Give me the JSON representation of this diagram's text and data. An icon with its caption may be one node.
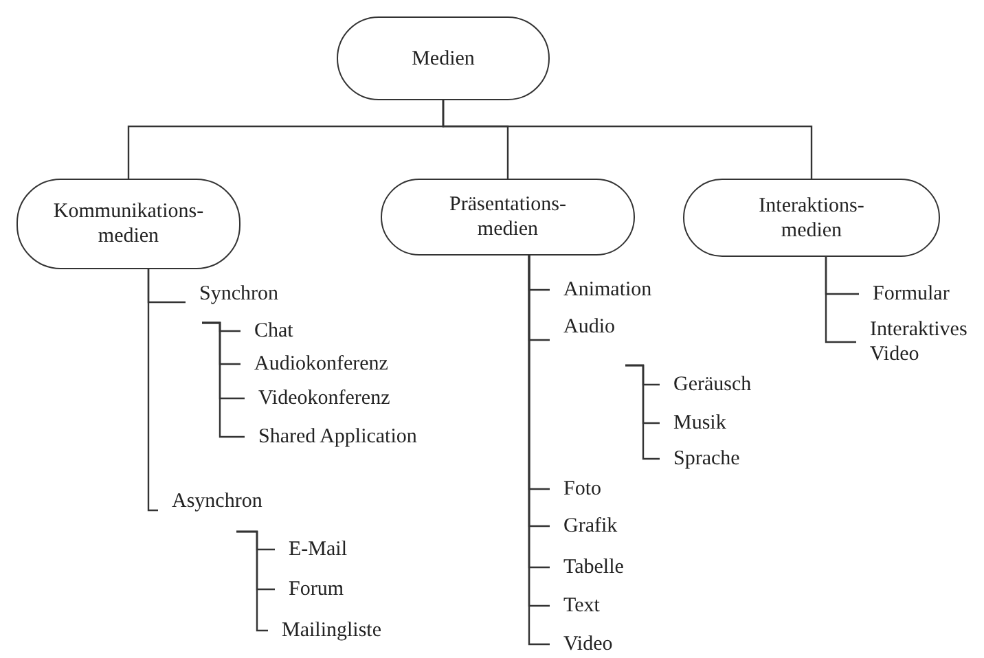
{
  "diagram": {
    "nodes": [
      {
        "text": [
          "Medien"
        ]
      },
      {
        "text": [
          "Kommunikations- medien"
        ]
      },
      {
        "text": [
          "Präsentations- medien"
        ]
      },
      {
        "text": [
          "Interaktions- medien"
        ]
      },
      {
        "text": [
          "Synchron"
        ]
      },
      {
        "text": [
          "Chat"
        ]
      },
      {
        "text": [
          "Audiokonferenz"
        ]
      },
      {
        "text": [
          "Videokonferenz"
        ]
      },
      {
        "text": [
          "Shared Application"
        ]
      },
      {
        "text": [
          "Asynchron"
        ]
      },
      {
        "text": [
          "E-Mail"
        ]
      },
      {
        "text": [
          "Forum"
        ]
      },
      {
        "text": [
          "Mailingliste"
        ]
      },
      {
        "text": [
          "Animation"
        ]
      },
      {
        "text": [
          "Audio"
        ]
      },
      {
        "text": [
          "Geräusch"
        ]
      },
      {
        "text": [
          "Musik"
        ]
      },
      {
        "text": [
          "Sprache"
        ]
      },
      {
        "text": [
          "Foto"
        ]
      },
      {
        "text": [
          "Grafik"
        ]
      },
      {
        "text": [
          "Tabelle"
        ]
      },
      {
        "text": [
          "Text"
        ]
      },
      {
        "text": [
          "Video"
        ]
      },
      {
        "text": [
          "Formular"
        ]
      },
      {
        "text": [
          "Interaktives Video"
        ]
      }
    ],
    "edges": [
      {
        "from": 0,
        "to": 1,
        "arrow": "none"
      },
      {
        "from": 0,
        "to": 2,
        "arrow": "none"
      },
      {
        "from": 0,
        "to": 3,
        "arrow": "none"
      },
      {
        "from": 1,
        "to": 4,
        "arrow": "none"
      },
      {
        "from": 1,
        "to": 9,
        "arrow": "none"
      },
      {
        "from": 4,
        "to": 5,
        "arrow": "none"
      },
      {
        "from": 4,
        "to": 6,
        "arrow": "none"
      },
      {
        "from": 4,
        "to": 7,
        "arrow": "none"
      },
      {
        "from": 4,
        "to": 8,
        "arrow": "none"
      },
      {
        "from": 9,
        "to": 10,
        "arrow": "none"
      },
      {
        "from": 9,
        "to": 11,
        "arrow": "none"
      },
      {
        "from": 9,
        "to": 12,
        "arrow": "none"
      },
      {
        "from": 2,
        "to": 13,
        "arrow": "none"
      },
      {
        "from": 2,
        "to": 14,
        "arrow": "none"
      },
      {
        "from": 14,
        "to": 15,
        "arrow": "none"
      },
      {
        "from": 14,
        "to": 16,
        "arrow": "none"
      },
      {
        "from": 14,
        "to": 17,
        "arrow": "none"
      },
      {
        "from": 2,
        "to": 18,
        "arrow": "none"
      },
      {
        "from": 2,
        "to": 19,
        "arrow": "none"
      },
      {
        "from": 2,
        "to": 20,
        "arrow": "none"
      },
      {
        "from": 2,
        "to": 21,
        "arrow": "none"
      },
      {
        "from": 2,
        "to": 22,
        "arrow": "none"
      },
      {
        "from": 3,
        "to": 23,
        "arrow": "none"
      },
      {
        "from": 3,
        "to": 24,
        "arrow": "none"
      }
    ]
  }
}
